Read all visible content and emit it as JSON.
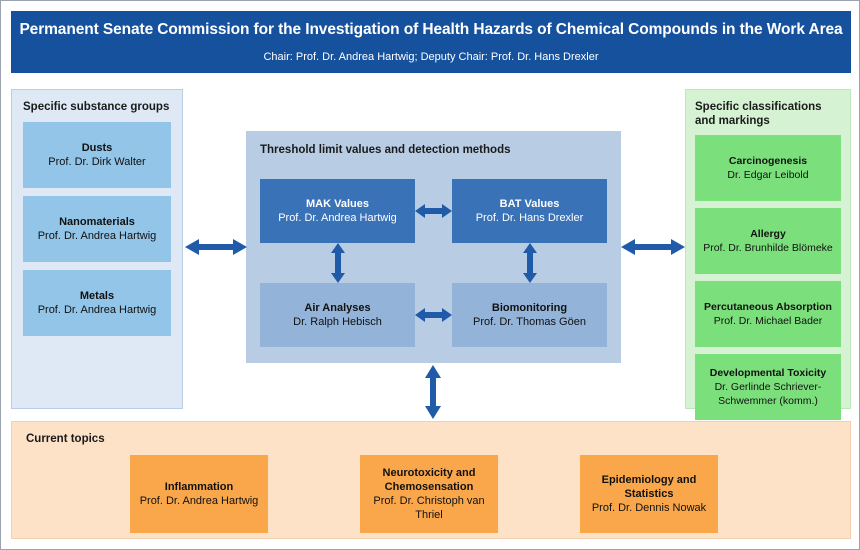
{
  "header": {
    "title": "Permanent Senate Commission for the Investigation of Health Hazards of Chemical Compounds in the Work Area",
    "subtitle": "Chair: Prof. Dr. Andrea Hartwig; Deputy Chair: Prof. Dr. Hans Drexler",
    "bg_color": "#16519E",
    "text_color": "#FFFFFF"
  },
  "left_panel": {
    "label": "Specific substance groups",
    "bg_color": "#DEE9F5",
    "box_color": "#92C5E8",
    "boxes": [
      {
        "title": "Dusts",
        "person": "Prof. Dr. Dirk Walter"
      },
      {
        "title": "Nanomaterials",
        "person": "Prof. Dr. Andrea Hartwig"
      },
      {
        "title": "Metals",
        "person": "Prof. Dr. Andrea Hartwig"
      }
    ]
  },
  "center_panel": {
    "label": "Threshold limit values and detection methods",
    "bg_color": "#B8CCE4",
    "dark_box_color": "#3A72B8",
    "mid_box_color": "#93B3D8",
    "boxes": [
      {
        "title": "MAK Values",
        "person": "Prof. Dr. Andrea Hartwig"
      },
      {
        "title": "BAT Values",
        "person": "Prof. Dr. Hans Drexler"
      },
      {
        "title": "Air Analyses",
        "person": "Dr. Ralph Hebisch"
      },
      {
        "title": "Biomonitoring",
        "person": "Prof. Dr. Thomas Göen"
      }
    ]
  },
  "right_panel": {
    "label": "Specific classifications and markings",
    "bg_color": "#D5F2D3",
    "box_color": "#7BE07B",
    "boxes": [
      {
        "title": "Carcinogenesis",
        "person": "Dr. Edgar Leibold"
      },
      {
        "title": "Allergy",
        "person": "Prof. Dr. Brunhilde Blömeke"
      },
      {
        "title": "Percutaneous Absorption",
        "person": "Prof. Dr. Michael Bader"
      },
      {
        "title": "Developmental Toxicity",
        "person": "Dr. Gerlinde Schriever-Schwemmer (komm.)"
      }
    ]
  },
  "bottom_panel": {
    "label": "Current topics",
    "bg_color": "#FDE2C8",
    "box_color": "#F9A74A",
    "boxes": [
      {
        "title": "Inflammation",
        "person": "Prof. Dr. Andrea Hartwig"
      },
      {
        "title": "Neurotoxicity and Chemosensation",
        "person": "Prof. Dr. Christoph van Thriel"
      },
      {
        "title": "Epidemiology and Statistics",
        "person": "Prof. Dr. Dennis Nowak"
      }
    ]
  },
  "arrows": {
    "color": "#1F5BA8",
    "items": [
      {
        "name": "left-link",
        "direction": "horizontal-double"
      },
      {
        "name": "right-link",
        "direction": "horizontal-double"
      },
      {
        "name": "bottom-link",
        "direction": "vertical-double"
      },
      {
        "name": "mak-bat",
        "direction": "horizontal-double"
      },
      {
        "name": "air-bio",
        "direction": "horizontal-double"
      },
      {
        "name": "mak-air",
        "direction": "vertical-double"
      },
      {
        "name": "bat-bio",
        "direction": "vertical-double"
      }
    ]
  }
}
